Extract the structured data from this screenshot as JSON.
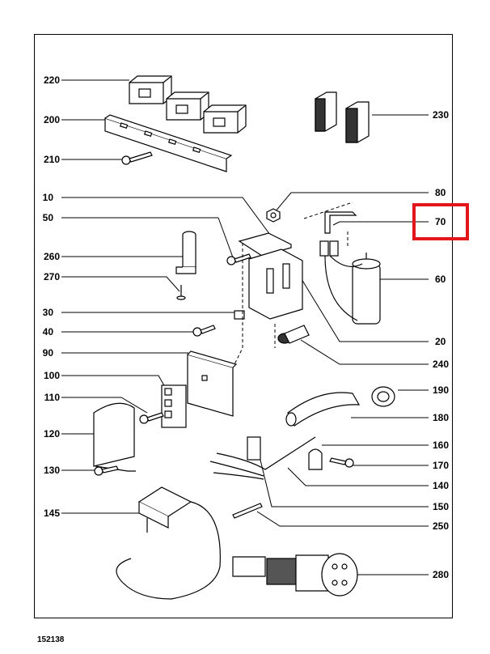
{
  "document_number": "152138",
  "highlight_color": "#e3161b",
  "left_labels": {
    "l220": "220",
    "l200": "200",
    "l210": "210",
    "l10": "10",
    "l50": "50",
    "l260": "260",
    "l270": "270",
    "l30": "30",
    "l40": "40",
    "l90": "90",
    "l100": "100",
    "l110": "110",
    "l120": "120",
    "l130": "130",
    "l145": "145"
  },
  "right_labels": {
    "l230": "230",
    "l80": "80",
    "l70": "70",
    "l60": "60",
    "l20": "20",
    "l240": "240",
    "l190": "190",
    "l180": "180",
    "l160": "160",
    "l170": "170",
    "l140": "140",
    "l150": "150",
    "l250": "250",
    "l280": "280"
  },
  "highlighted_part": "70"
}
